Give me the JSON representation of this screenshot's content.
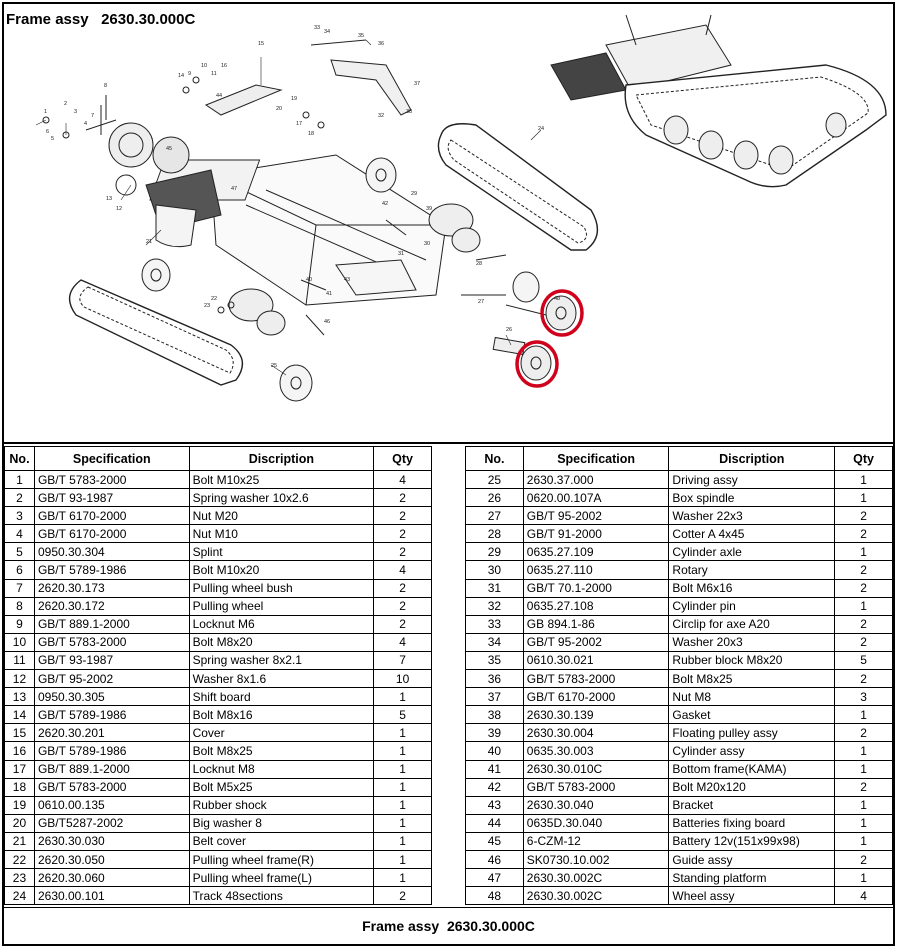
{
  "title_top": {
    "label": "Frame assy",
    "code": "2630.30.000C"
  },
  "title_bottom": {
    "label": "Frame assy",
    "code": "2630.30.000C"
  },
  "table_headers": {
    "no": "No.",
    "spec": "Specification",
    "desc": "Discription",
    "qty": "Qty"
  },
  "callouts": [
    "1",
    "2",
    "3",
    "4",
    "5",
    "6",
    "7",
    "8",
    "9",
    "10",
    "11",
    "12",
    "13",
    "14",
    "15",
    "16",
    "17",
    "18",
    "19",
    "20",
    "21",
    "22",
    "23",
    "24",
    "25",
    "26",
    "27",
    "28",
    "29",
    "30",
    "31",
    "32",
    "33",
    "34",
    "35",
    "36",
    "37",
    "38",
    "39",
    "40",
    "41",
    "42",
    "43",
    "44",
    "45",
    "46",
    "47",
    "48"
  ],
  "highlight_color": "#d0021b",
  "parts_left": [
    {
      "no": "1",
      "spec": "GB/T 5783-2000",
      "desc": "Bolt M10x25",
      "qty": "4"
    },
    {
      "no": "2",
      "spec": "GB/T 93-1987",
      "desc": "Spring washer 10x2.6",
      "qty": "2"
    },
    {
      "no": "3",
      "spec": "GB/T 6170-2000",
      "desc": "Nut M20",
      "qty": "2"
    },
    {
      "no": "4",
      "spec": "GB/T 6170-2000",
      "desc": "Nut M10",
      "qty": "2"
    },
    {
      "no": "5",
      "spec": "0950.30.304",
      "desc": "Splint",
      "qty": "2"
    },
    {
      "no": "6",
      "spec": "GB/T 5789-1986",
      "desc": "Bolt M10x20",
      "qty": "4"
    },
    {
      "no": "7",
      "spec": "2620.30.173",
      "desc": "Pulling wheel bush",
      "qty": "2"
    },
    {
      "no": "8",
      "spec": "2620.30.172",
      "desc": "Pulling wheel",
      "qty": "2"
    },
    {
      "no": "9",
      "spec": "GB/T 889.1-2000",
      "desc": "Locknut M6",
      "qty": "2"
    },
    {
      "no": "10",
      "spec": "GB/T 5783-2000",
      "desc": "Bolt M8x20",
      "qty": "4"
    },
    {
      "no": "11",
      "spec": "GB/T 93-1987",
      "desc": "Spring washer 8x2.1",
      "qty": "7"
    },
    {
      "no": "12",
      "spec": "GB/T 95-2002",
      "desc": " Washer 8x1.6",
      "qty": "10"
    },
    {
      "no": "13",
      "spec": "0950.30.305",
      "desc": "Shift board",
      "qty": "1"
    },
    {
      "no": "14",
      "spec": "GB/T 5789-1986",
      "desc": "Bolt M8x16",
      "qty": "5"
    },
    {
      "no": "15",
      "spec": "2620.30.201",
      "desc": "Cover",
      "qty": "1"
    },
    {
      "no": "16",
      "spec": "GB/T 5789-1986",
      "desc": "Bolt M8x25",
      "qty": "1"
    },
    {
      "no": "17",
      "spec": "GB/T 889.1-2000",
      "desc": "Locknut M8",
      "qty": "1"
    },
    {
      "no": "18",
      "spec": "GB/T 5783-2000",
      "desc": "Bolt M5x25",
      "qty": "1"
    },
    {
      "no": "19",
      "spec": "0610.00.135",
      "desc": "Rubber shock",
      "qty": "1"
    },
    {
      "no": "20",
      "spec": "GB/T5287-2002",
      "desc": "Big washer 8",
      "qty": "1"
    },
    {
      "no": "21",
      "spec": "2630.30.030",
      "desc": "Belt cover",
      "qty": "1"
    },
    {
      "no": "22",
      "spec": "2620.30.050",
      "desc": "Pulling wheel frame(R)",
      "qty": "1"
    },
    {
      "no": "23",
      "spec": "2620.30.060",
      "desc": "Pulling wheel frame(L)",
      "qty": "1"
    },
    {
      "no": "24",
      "spec": "2630.00.101",
      "desc": "Track 48sections",
      "qty": "2"
    }
  ],
  "parts_right": [
    {
      "no": "25",
      "spec": "2630.37.000",
      "desc": "Driving assy",
      "qty": "1"
    },
    {
      "no": "26",
      "spec": "0620.00.107A",
      "desc": "Box spindle",
      "qty": "1"
    },
    {
      "no": "27",
      "spec": "GB/T 95-2002",
      "desc": "Washer 22x3",
      "qty": "2"
    },
    {
      "no": "28",
      "spec": "GB/T 91-2000",
      "desc": "Cotter  A 4x45",
      "qty": "2"
    },
    {
      "no": "29",
      "spec": "0635.27.109",
      "desc": "Cylinder axle",
      "qty": "1"
    },
    {
      "no": "30",
      "spec": "0635.27.110",
      "desc": "Rotary",
      "qty": "2"
    },
    {
      "no": "31",
      "spec": "GB/T 70.1-2000",
      "desc": "Bolt M6x16",
      "qty": "2"
    },
    {
      "no": "32",
      "spec": "0635.27.108",
      "desc": "Cylinder pin",
      "qty": "1"
    },
    {
      "no": "33",
      "spec": "GB 894.1-86",
      "desc": "Circlip for axe A20",
      "qty": "2"
    },
    {
      "no": "34",
      "spec": "GB/T 95-2002",
      "desc": "Washer 20x3",
      "qty": "2"
    },
    {
      "no": "35",
      "spec": "0610.30.021",
      "desc": "Rubber block M8x20",
      "qty": "5"
    },
    {
      "no": "36",
      "spec": "GB/T 5783-2000",
      "desc": "Bolt M8x25",
      "qty": "2"
    },
    {
      "no": "37",
      "spec": "GB/T 6170-2000",
      "desc": "Nut M8",
      "qty": "3"
    },
    {
      "no": "38",
      "spec": "2630.30.139",
      "desc": "Gasket",
      "qty": "1"
    },
    {
      "no": "39",
      "spec": "2630.30.004",
      "desc": "Floating pulley assy",
      "qty": "2"
    },
    {
      "no": "40",
      "spec": "0635.30.003",
      "desc": "Cylinder assy",
      "qty": "1"
    },
    {
      "no": "41",
      "spec": "2630.30.010C",
      "desc": "Bottom frame(KAMA)",
      "qty": "1"
    },
    {
      "no": "42",
      "spec": "GB/T 5783-2000",
      "desc": "Bolt M20x120",
      "qty": "2"
    },
    {
      "no": "43",
      "spec": "2630.30.040",
      "desc": "Bracket",
      "qty": "1"
    },
    {
      "no": "44",
      "spec": "0635D.30.040",
      "desc": "Batteries fixing board",
      "qty": "1"
    },
    {
      "no": "45",
      "spec": "6-CZM-12",
      "desc": "Battery 12v(151x99x98)",
      "qty": "1"
    },
    {
      "no": "46",
      "spec": "SK0730.10.002",
      "desc": "Guide assy",
      "qty": "2"
    },
    {
      "no": "47",
      "spec": "2630.30.002C",
      "desc": "Standing platform",
      "qty": "1"
    },
    {
      "no": "48",
      "spec": "2630.30.002C",
      "desc": "Wheel assy",
      "qty": "4"
    }
  ]
}
